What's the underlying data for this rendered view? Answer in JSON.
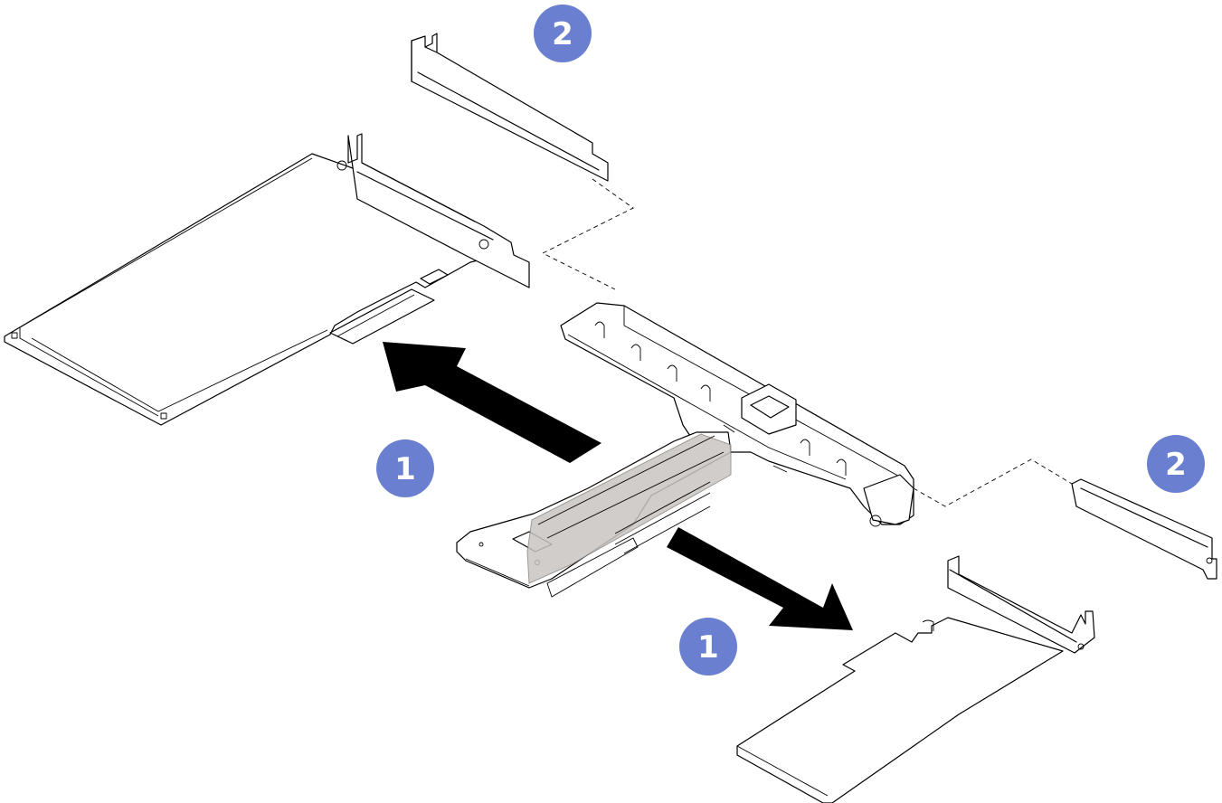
{
  "colors": {
    "callout_fill": "#6b7fd0",
    "callout_text": "#ffffff",
    "line": "#000000",
    "connector_shade": "#c9c5c2"
  },
  "callouts": [
    {
      "label": "2"
    },
    {
      "label": "1"
    },
    {
      "label": "2"
    },
    {
      "label": "1"
    }
  ]
}
